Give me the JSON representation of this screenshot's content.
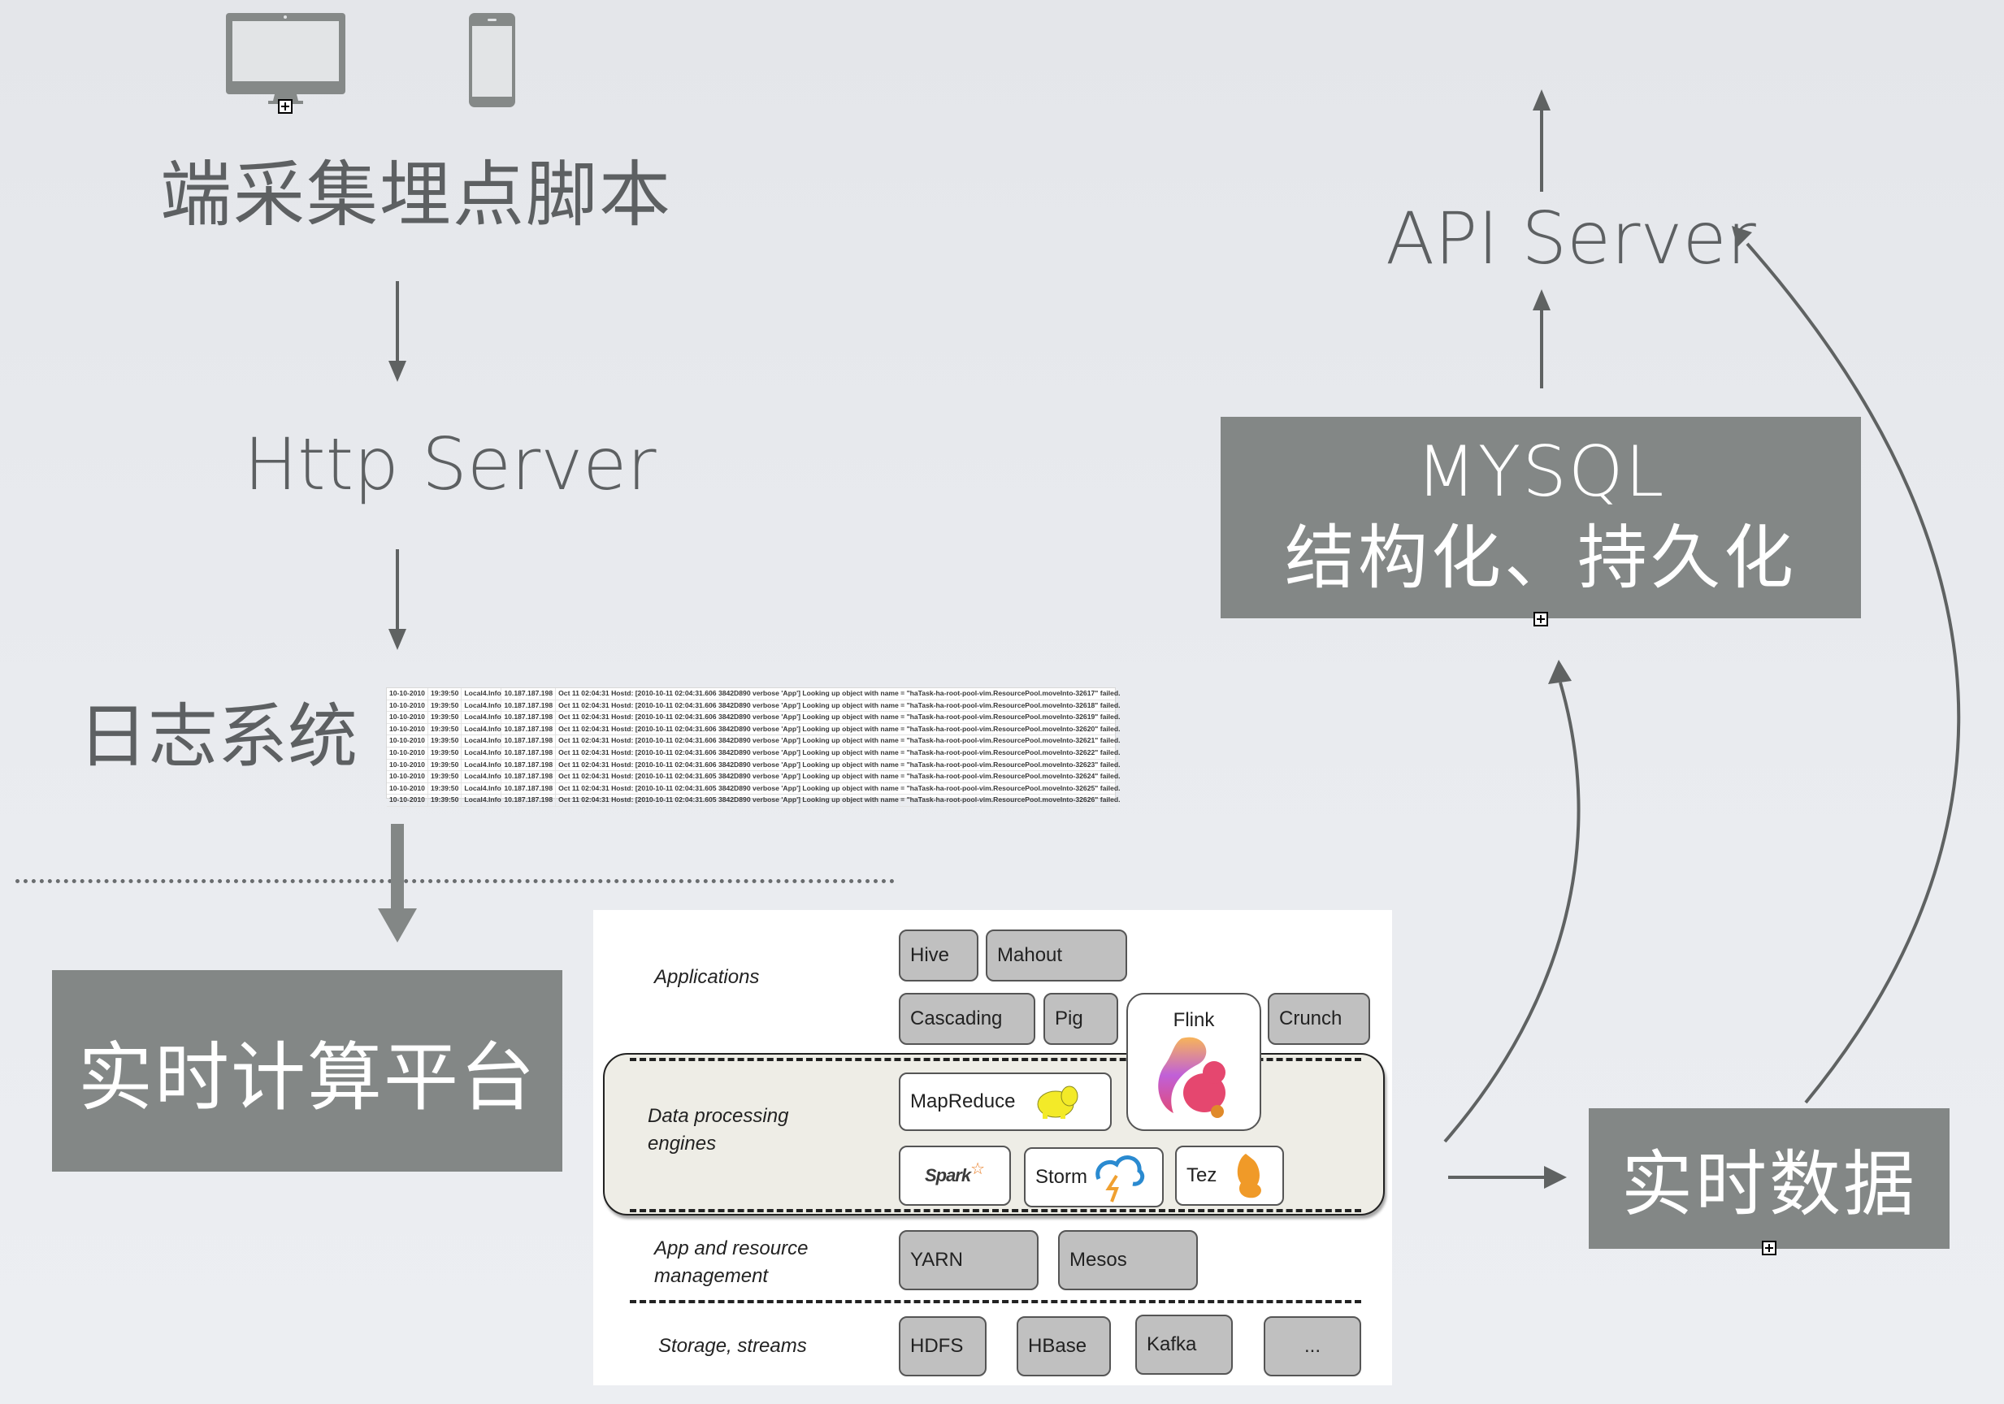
{
  "devices": {
    "desktop_icon": "monitor-icon",
    "mobile_icon": "smartphone-icon"
  },
  "left_flow": {
    "collect_script": "端采集埋点脚本",
    "http_server": "Http Server",
    "log_system": "日志系统",
    "realtime_platform": "实时计算平台"
  },
  "log_table": {
    "rows": [
      [
        "10-10-2010",
        "19:39:50",
        "Local4.Info",
        "10.187.187.198",
        "Oct 11 02:04:31 Hostd: [2010-10-11 02:04:31.606 3842D890 verbose 'App'] Looking up object with name = \"haTask-ha-root-pool-vim.ResourcePool.moveInto-32617\" failed."
      ],
      [
        "10-10-2010",
        "19:39:50",
        "Local4.Info",
        "10.187.187.198",
        "Oct 11 02:04:31 Hostd: [2010-10-11 02:04:31.606 3842D890 verbose 'App'] Looking up object with name = \"haTask-ha-root-pool-vim.ResourcePool.moveInto-32618\" failed."
      ],
      [
        "10-10-2010",
        "19:39:50",
        "Local4.Info",
        "10.187.187.198",
        "Oct 11 02:04:31 Hostd: [2010-10-11 02:04:31.606 3842D890 verbose 'App'] Looking up object with name = \"haTask-ha-root-pool-vim.ResourcePool.moveInto-32619\" failed."
      ],
      [
        "10-10-2010",
        "19:39:50",
        "Local4.Info",
        "10.187.187.198",
        "Oct 11 02:04:31 Hostd: [2010-10-11 02:04:31.606 3842D890 verbose 'App'] Looking up object with name = \"haTask-ha-root-pool-vim.ResourcePool.moveInto-32620\" failed."
      ],
      [
        "10-10-2010",
        "19:39:50",
        "Local4.Info",
        "10.187.187.198",
        "Oct 11 02:04:31 Hostd: [2010-10-11 02:04:31.606 3842D890 verbose 'App'] Looking up object with name = \"haTask-ha-root-pool-vim.ResourcePool.moveInto-32621\" failed."
      ],
      [
        "10-10-2010",
        "19:39:50",
        "Local4.Info",
        "10.187.187.198",
        "Oct 11 02:04:31 Hostd: [2010-10-11 02:04:31.606 3842D890 verbose 'App'] Looking up object with name = \"haTask-ha-root-pool-vim.ResourcePool.moveInto-32622\" failed."
      ],
      [
        "10-10-2010",
        "19:39:50",
        "Local4.Info",
        "10.187.187.198",
        "Oct 11 02:04:31 Hostd: [2010-10-11 02:04:31.606 3842D890 verbose 'App'] Looking up object with name = \"haTask-ha-root-pool-vim.ResourcePool.moveInto-32623\" failed."
      ],
      [
        "10-10-2010",
        "19:39:50",
        "Local4.Info",
        "10.187.187.198",
        "Oct 11 02:04:31 Hostd: [2010-10-11 02:04:31.605 3842D890 verbose 'App'] Looking up object with name = \"haTask-ha-root-pool-vim.ResourcePool.moveInto-32624\" failed."
      ],
      [
        "10-10-2010",
        "19:39:50",
        "Local4.Info",
        "10.187.187.198",
        "Oct 11 02:04:31 Hostd: [2010-10-11 02:04:31.605 3842D890 verbose 'App'] Looking up object with name = \"haTask-ha-root-pool-vim.ResourcePool.moveInto-32625\" failed."
      ],
      [
        "10-10-2010",
        "19:39:50",
        "Local4.Info",
        "10.187.187.198",
        "Oct 11 02:04:31 Hostd: [2010-10-11 02:04:31.605 3842D890 verbose 'App'] Looking up object with name = \"haTask-ha-root-pool-vim.ResourcePool.moveInto-32626\" failed."
      ]
    ]
  },
  "stack": {
    "layers": {
      "applications": "Applications",
      "engines": "Data processing engines",
      "resource": "App and resource management",
      "storage": "Storage, streams"
    },
    "apps": [
      "Hive",
      "Mahout",
      "Cascading",
      "Pig",
      "Crunch"
    ],
    "flink": "Flink",
    "engines": [
      "MapReduce",
      "Spark",
      "Storm",
      "Tez"
    ],
    "resource": [
      "YARN",
      "Mesos"
    ],
    "storage": [
      "HDFS",
      "HBase",
      "Kafka",
      "..."
    ]
  },
  "right_flow": {
    "api_server": "API Server",
    "mysql_title": "MYSQL",
    "mysql_subtitle": "结构化、持久化",
    "realtime_data": "实时数据"
  },
  "colors": {
    "box_gray": "#838786",
    "arrow_gray": "#5f6262",
    "text_gray": "#5d6062"
  }
}
